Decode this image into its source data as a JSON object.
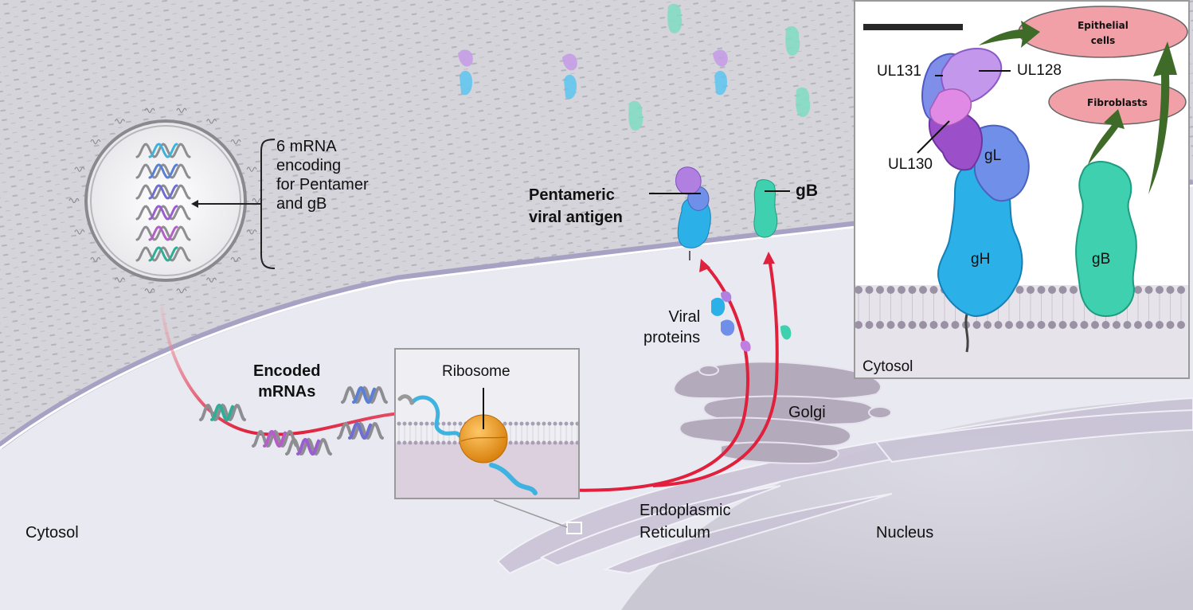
{
  "diagram": {
    "title_partial": "Pentamer",
    "regions": {
      "extracellular_top": "",
      "cytosol_main": "Cytosol",
      "nucleus": "Nucleus",
      "golgi": "Golgi",
      "er": "Endoplasmic\nReticulum"
    },
    "lnp": {
      "annotation": "6 mRNA\nencoding\nfor Pentamer\nand gB",
      "mrna_count": 6,
      "mrna_colors": [
        "#3fb3d9",
        "#5a7fd6",
        "#6e6fd0",
        "#9a5ed0",
        "#b45ec8",
        "#2fae96"
      ]
    },
    "labels": {
      "encoded_mrnas": "Encoded\nmRNAs",
      "ribosome": "Ribosome",
      "viral_proteins": "Viral\nproteins",
      "pentameric_antigen": "Pentameric\nviral antigen",
      "gb": "gB"
    },
    "inset": {
      "subunits": {
        "ul131": "UL131",
        "ul128": "UL128",
        "ul130": "UL130",
        "gl": "gL",
        "gh": "gH",
        "gb": "gB"
      },
      "cytosol": "Cytosol",
      "targets": {
        "epithelial": "Epithelial\ncells",
        "fibroblasts": "Fibroblasts"
      }
    },
    "colors": {
      "arrow_red": "#e0203c",
      "arrow_green": "#3e6b27",
      "target_pink": "#f2a0a8",
      "gb_teal": "#3fd0b0",
      "gh_blue": "#2bb0e8",
      "gl_blue": "#6f8fe8",
      "ul_purple": "#b07fe0",
      "ribosome_orange": "#f0a02a",
      "membrane": "#9a92a4"
    }
  }
}
